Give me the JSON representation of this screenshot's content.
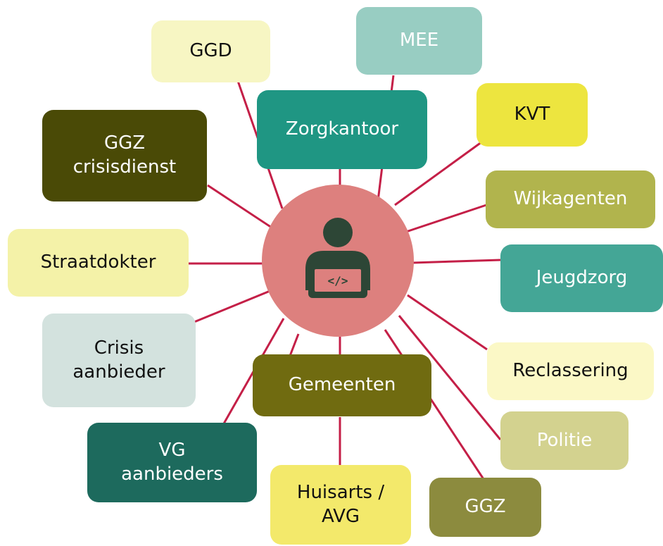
{
  "center": {
    "icon": "developer-laptop-icon",
    "code_glyph": "</>",
    "fill": "#dd807e",
    "icon_color": "#2d4636"
  },
  "line_color": "#c41f47",
  "nodes": [
    {
      "id": "mee",
      "label": "MEE",
      "bg": "#98cdc2",
      "fg": "#ffffff"
    },
    {
      "id": "ggd",
      "label": "GGD",
      "bg": "#f7f6c3",
      "fg": "#111111"
    },
    {
      "id": "zorgkantoor",
      "label": "Zorgkantoor",
      "bg": "#1f9683",
      "fg": "#ffffff"
    },
    {
      "id": "kvt",
      "label": "KVT",
      "bg": "#ede53f",
      "fg": "#111111"
    },
    {
      "id": "ggz-crisisdienst",
      "label": "GGZ\ncrisisdienst",
      "bg": "#4a4a06",
      "fg": "#ffffff"
    },
    {
      "id": "wijkagenten",
      "label": "Wijkagenten",
      "bg": "#b1b44d",
      "fg": "#ffffff"
    },
    {
      "id": "straatdokter",
      "label": "Straatdokter",
      "bg": "#f4f2a8",
      "fg": "#111111"
    },
    {
      "id": "jeugdzorg",
      "label": "Jeugdzorg",
      "bg": "#44a696",
      "fg": "#ffffff"
    },
    {
      "id": "crisis-aanbieder",
      "label": "Crisis\naanbieder",
      "bg": "#d3e2de",
      "fg": "#111111"
    },
    {
      "id": "reclassering",
      "label": "Reclassering",
      "bg": "#fbf8c6",
      "fg": "#111111"
    },
    {
      "id": "gemeenten",
      "label": "Gemeenten",
      "bg": "#706b10",
      "fg": "#ffffff"
    },
    {
      "id": "politie",
      "label": "Politie",
      "bg": "#d3d28f",
      "fg": "#ffffff"
    },
    {
      "id": "vg-aanbieders",
      "label": "VG\naanbieders",
      "bg": "#1d6a5d",
      "fg": "#ffffff"
    },
    {
      "id": "huisarts-avg",
      "label": "Huisarts /\nAVG",
      "bg": "#f3e96b",
      "fg": "#111111"
    },
    {
      "id": "ggz",
      "label": "GGZ",
      "bg": "#8c8b3e",
      "fg": "#ffffff"
    }
  ]
}
